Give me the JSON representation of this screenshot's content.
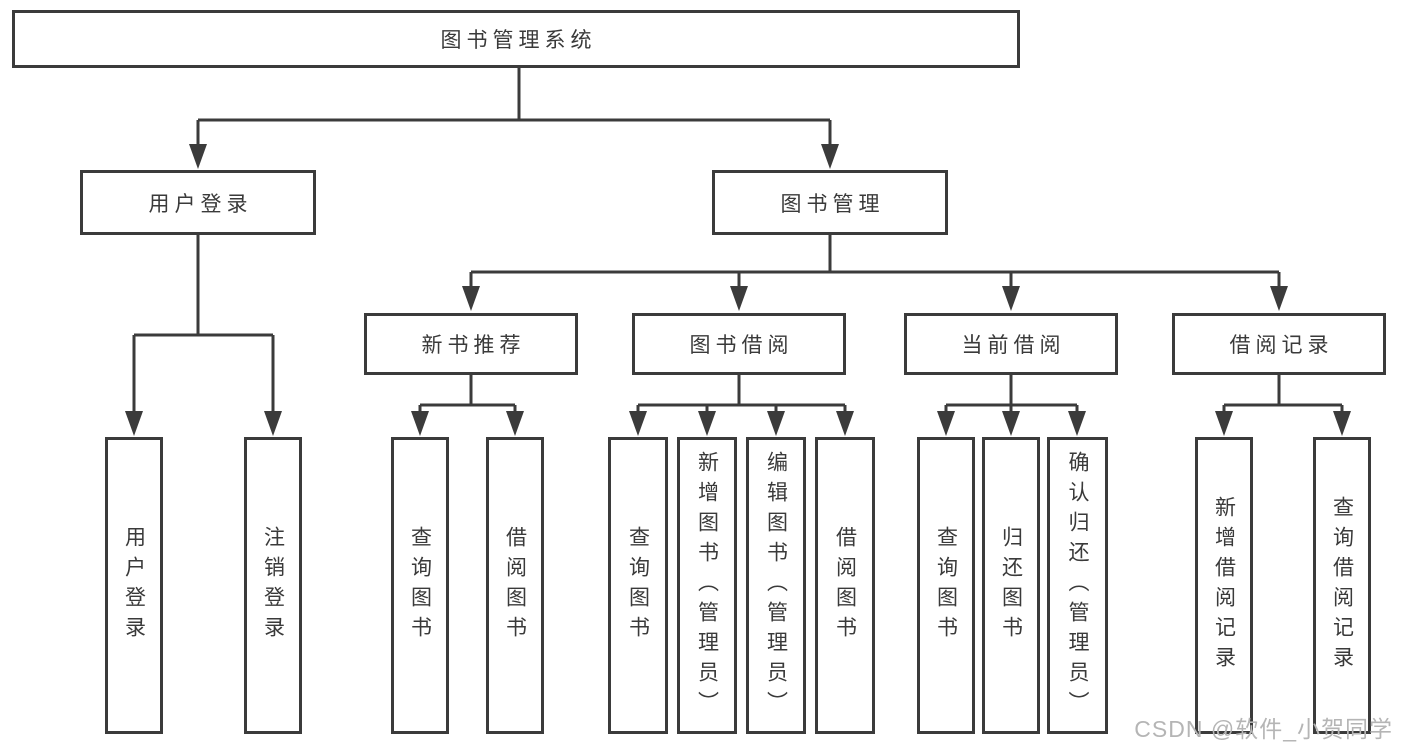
{
  "diagram": {
    "root": {
      "label": "图书管理系统"
    },
    "level2": {
      "user_login": {
        "label": "用户登录"
      },
      "book_management": {
        "label": "图书管理"
      }
    },
    "level3": {
      "new_book_recommend": {
        "label": "新书推荐"
      },
      "book_borrowing": {
        "label": "图书借阅"
      },
      "current_borrowing": {
        "label": "当前借阅"
      },
      "borrowing_records": {
        "label": "借阅记录"
      }
    },
    "leaves": {
      "user_login": {
        "label": "用户登录"
      },
      "logout": {
        "label": "注销登录"
      },
      "query_books_recommend": {
        "label": "查询图书"
      },
      "borrow_books_recommend": {
        "label": "借阅图书"
      },
      "query_books_borrowing": {
        "label": "查询图书"
      },
      "add_books_admin": {
        "label": "新增图书（管理员）"
      },
      "edit_books_admin": {
        "label": "编辑图书（管理员）"
      },
      "borrow_books_borrowing": {
        "label": "借阅图书"
      },
      "query_books_current": {
        "label": "查询图书"
      },
      "return_books": {
        "label": "归还图书"
      },
      "confirm_return_admin": {
        "label": "确认归还（管理员）"
      },
      "add_borrow_record": {
        "label": "新增借阅记录"
      },
      "query_borrow_record": {
        "label": "查询借阅记录"
      }
    }
  },
  "watermark": {
    "text": "CSDN @软件_小贺同学"
  },
  "colors": {
    "line": "#3b3b3b",
    "text": "#3a3a3a",
    "watermark": "#b5b5b5",
    "background": "#ffffff"
  }
}
